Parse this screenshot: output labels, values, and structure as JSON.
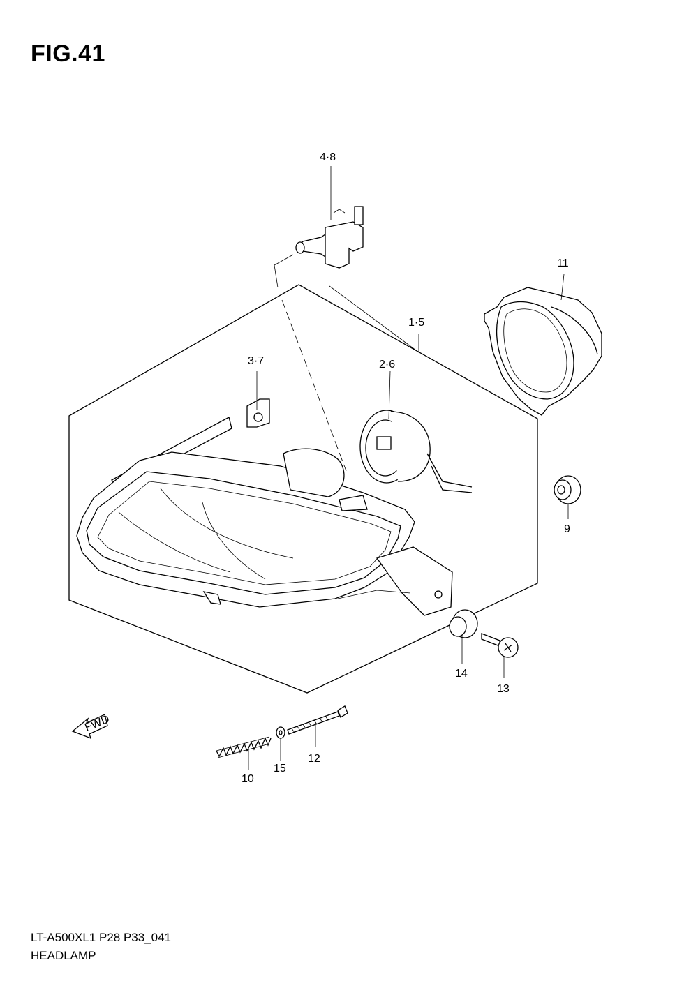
{
  "figure": {
    "title": "FIG.41",
    "code": "LT-A500XL1 P28 P33_041",
    "name": "HEADLAMP"
  },
  "callouts": {
    "c48": "4·8",
    "c11": "11",
    "c15a": "1·5",
    "c37": "3·7",
    "c26": "2·6",
    "c9": "9",
    "c14": "14",
    "c13": "13",
    "c10": "10",
    "c15b": "15",
    "c12": "12"
  },
  "fwd_arrow": {
    "text": "FWD"
  }
}
